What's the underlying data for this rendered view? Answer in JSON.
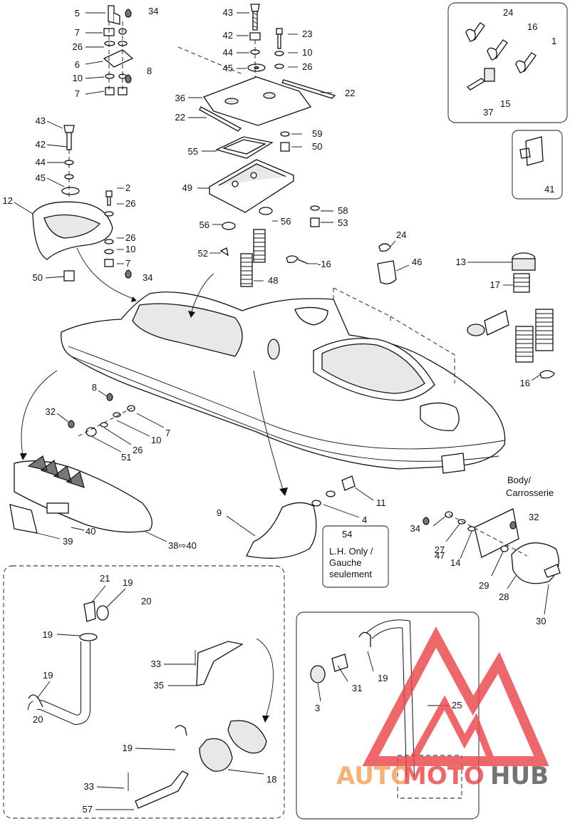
{
  "callouts": [
    {
      "id": "c5a",
      "text": "5"
    },
    {
      "id": "c34a",
      "text": "34"
    },
    {
      "id": "c7a",
      "text": "7"
    },
    {
      "id": "c26a",
      "text": "26"
    },
    {
      "id": "c6",
      "text": "6"
    },
    {
      "id": "c10a",
      "text": "10"
    },
    {
      "id": "c8a",
      "text": "8"
    },
    {
      "id": "c7b",
      "text": "7"
    },
    {
      "id": "c43a",
      "text": "43"
    },
    {
      "id": "c42a",
      "text": "42"
    },
    {
      "id": "c44a",
      "text": "44"
    },
    {
      "id": "c45a",
      "text": "45"
    },
    {
      "id": "c23",
      "text": "23"
    },
    {
      "id": "c10b",
      "text": "10"
    },
    {
      "id": "c26b",
      "text": "26"
    },
    {
      "id": "c22a",
      "text": "22"
    },
    {
      "id": "c36",
      "text": "36"
    },
    {
      "id": "c22b",
      "text": "22"
    },
    {
      "id": "c59",
      "text": "59"
    },
    {
      "id": "c50a",
      "text": "50"
    },
    {
      "id": "c55",
      "text": "55"
    },
    {
      "id": "c49",
      "text": "49"
    },
    {
      "id": "c58",
      "text": "58"
    },
    {
      "id": "c53",
      "text": "53"
    },
    {
      "id": "c56a",
      "text": "56"
    },
    {
      "id": "c56b",
      "text": "56"
    },
    {
      "id": "c52",
      "text": "52"
    },
    {
      "id": "c48",
      "text": "48"
    },
    {
      "id": "c16a",
      "text": "-16"
    },
    {
      "id": "c24a",
      "text": "24"
    },
    {
      "id": "c46",
      "text": "46"
    },
    {
      "id": "c43b",
      "text": "43"
    },
    {
      "id": "c42b",
      "text": "42"
    },
    {
      "id": "c44b",
      "text": "44"
    },
    {
      "id": "c45b",
      "text": "45"
    },
    {
      "id": "c12",
      "text": "12"
    },
    {
      "id": "c2",
      "text": "2"
    },
    {
      "id": "c26c",
      "text": "26"
    },
    {
      "id": "c26d",
      "text": "26"
    },
    {
      "id": "c10c",
      "text": "10"
    },
    {
      "id": "c7c",
      "text": "7"
    },
    {
      "id": "c34b",
      "text": "34"
    },
    {
      "id": "c50b",
      "text": "50"
    },
    {
      "id": "c24b",
      "text": "24"
    },
    {
      "id": "c16b",
      "text": "16"
    },
    {
      "id": "c1",
      "text": "1"
    },
    {
      "id": "c15",
      "text": "15"
    },
    {
      "id": "c37",
      "text": "37"
    },
    {
      "id": "c41",
      "text": "41"
    },
    {
      "id": "c13",
      "text": "13"
    },
    {
      "id": "c17",
      "text": "17"
    },
    {
      "id": "c16c",
      "text": "16"
    },
    {
      "id": "c8b",
      "text": "8"
    },
    {
      "id": "c32a",
      "text": "32"
    },
    {
      "id": "c7d",
      "text": "7"
    },
    {
      "id": "c10d",
      "text": "10"
    },
    {
      "id": "c26e",
      "text": "26"
    },
    {
      "id": "c51",
      "text": "51"
    },
    {
      "id": "c40",
      "text": "40"
    },
    {
      "id": "c39",
      "text": "39"
    },
    {
      "id": "c38",
      "text": "38⇨40"
    },
    {
      "id": "c9",
      "text": "9"
    },
    {
      "id": "c11",
      "text": "11"
    },
    {
      "id": "c4",
      "text": "4"
    },
    {
      "id": "c54",
      "text": "54"
    },
    {
      "id": "c32b",
      "text": "32"
    },
    {
      "id": "c34c",
      "text": "34"
    },
    {
      "id": "c27",
      "text": "27"
    },
    {
      "id": "c47",
      "text": "47"
    },
    {
      "id": "c14",
      "text": "14"
    },
    {
      "id": "c29",
      "text": "29"
    },
    {
      "id": "c28",
      "text": "28"
    },
    {
      "id": "c30",
      "text": "30"
    },
    {
      "id": "c21",
      "text": "21"
    },
    {
      "id": "c19a",
      "text": "19"
    },
    {
      "id": "c20a",
      "text": "20"
    },
    {
      "id": "c19b",
      "text": "19"
    },
    {
      "id": "c19c",
      "text": "19"
    },
    {
      "id": "c20b",
      "text": "20"
    },
    {
      "id": "c33a",
      "text": "33"
    },
    {
      "id": "c35",
      "text": "35"
    },
    {
      "id": "c19d",
      "text": "19"
    },
    {
      "id": "c18",
      "text": "18"
    },
    {
      "id": "c33b",
      "text": "33"
    },
    {
      "id": "c57",
      "text": "57"
    },
    {
      "id": "c19e",
      "text": "19"
    },
    {
      "id": "c31",
      "text": "31"
    },
    {
      "id": "c3",
      "text": "3"
    },
    {
      "id": "c25",
      "text": "25"
    }
  ],
  "notes": {
    "body_line1": "Body/",
    "body_line2": "Carrosserie",
    "lh_line1": "L.H. Only /",
    "lh_line2": "Gauche",
    "lh_line3": "seulement"
  },
  "watermark": {
    "part1": "AUTO",
    "part2": "MOTO",
    "part3": "HUB",
    "color_orange": "#f2a25a",
    "color_red": "#e8474b",
    "color_gray": "#555555"
  }
}
